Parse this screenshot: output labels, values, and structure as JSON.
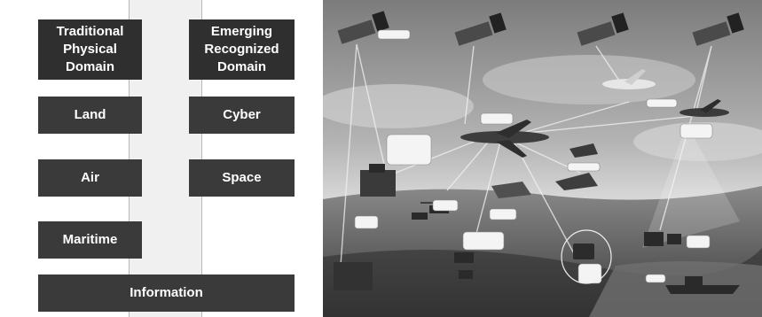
{
  "left_diagram": {
    "headers": {
      "traditional": "Traditional\nPhysical\nDomain",
      "emerging": "Emerging\nRecognized\nDomain"
    },
    "domains": {
      "land": "Land",
      "air": "Air",
      "maritime": "Maritime",
      "cyber": "Cyber",
      "space": "Space",
      "information": "Information"
    }
  },
  "illustration": {
    "description_icons": [
      "satellite-icon",
      "aircraft-icon",
      "tank-icon",
      "helicopter-icon",
      "ship-icon"
    ],
    "colors": {
      "sky": "#9a9a9a",
      "ground": "#4d4d4d",
      "link": "#e8e8e8"
    }
  }
}
